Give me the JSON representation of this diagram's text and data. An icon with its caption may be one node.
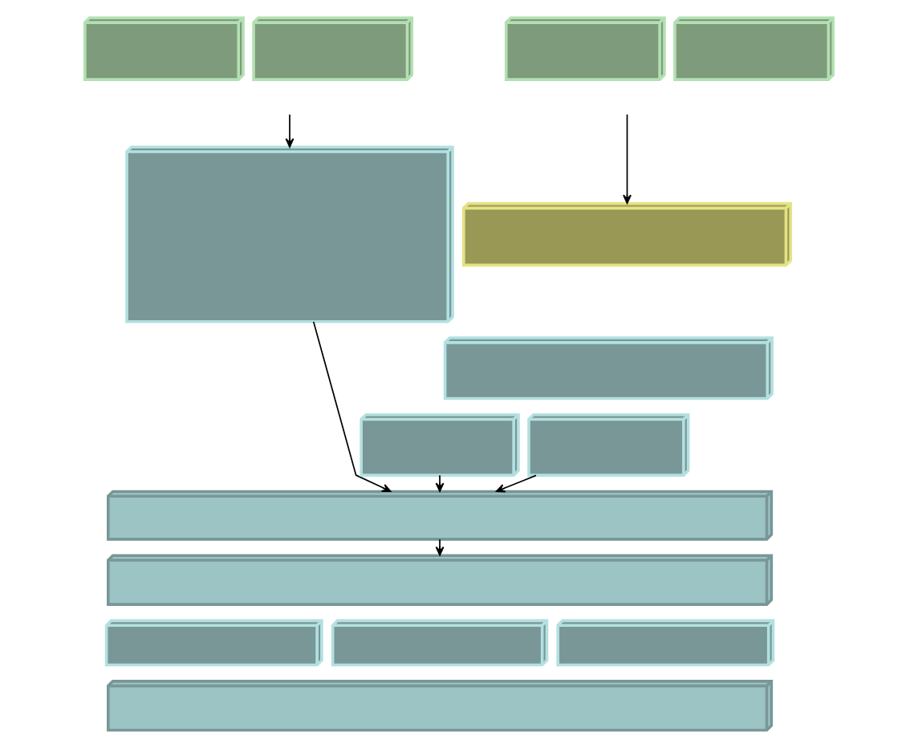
{
  "diagram": {
    "nodes": [
      {
        "text": [],
        "shape": "box"
      },
      {
        "text": [],
        "shape": "box"
      },
      {
        "text": [],
        "shape": "box"
      },
      {
        "text": [],
        "shape": "box"
      },
      {
        "text": [],
        "shape": "box"
      },
      {
        "text": [],
        "shape": "box"
      },
      {
        "text": [],
        "shape": "box"
      },
      {
        "text": [],
        "shape": "box"
      },
      {
        "text": [],
        "shape": "box"
      },
      {
        "text": [],
        "shape": "box"
      },
      {
        "text": [],
        "shape": "box"
      },
      {
        "text": [],
        "shape": "box"
      },
      {
        "text": [],
        "shape": "box"
      },
      {
        "text": [],
        "shape": "box"
      },
      {
        "text": [],
        "shape": "box"
      }
    ],
    "edges": [
      {
        "from": null,
        "to": 4,
        "arrow": "to"
      },
      {
        "from": null,
        "to": 5,
        "arrow": "to"
      },
      {
        "from": 4,
        "to": 9,
        "arrow": "to"
      },
      {
        "from": 7,
        "to": 9,
        "arrow": "to"
      },
      {
        "from": 8,
        "to": 9,
        "arrow": "to"
      },
      {
        "from": 9,
        "to": 10,
        "arrow": "to"
      }
    ]
  }
}
